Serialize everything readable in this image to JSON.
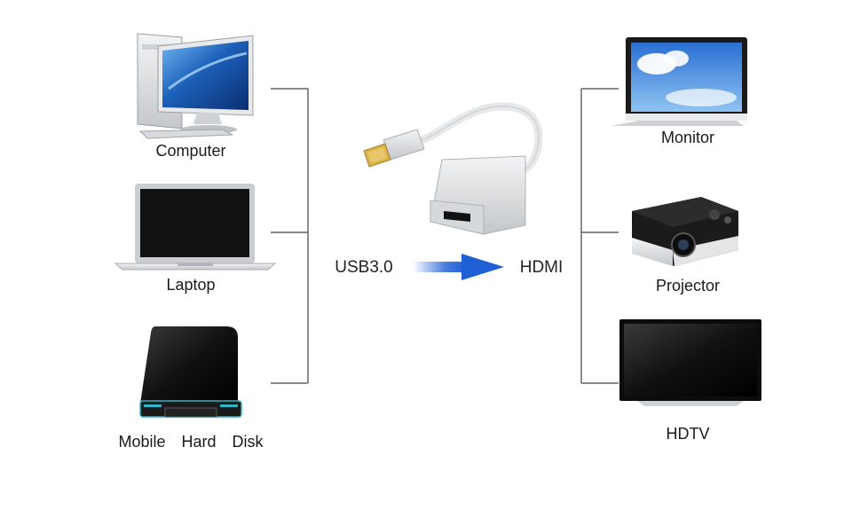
{
  "devices_left": {
    "computer": "Computer",
    "laptop": "Laptop",
    "disk": "Mobile  Hard  Disk"
  },
  "devices_right": {
    "monitor": "Monitor",
    "projector": "Projector",
    "hdtv": "HDTV"
  },
  "connection": {
    "input": "USB3.0",
    "output": "HDMI"
  },
  "colors": {
    "line": "#444444",
    "arrow": "#1f5fd6",
    "device_dark": "#111111",
    "device_silver": "#d7d9db",
    "screen_blue": "#1c5fb8"
  },
  "icons": [
    "computer-icon",
    "laptop-icon",
    "hard-disk-icon",
    "usb-hdmi-adapter-icon",
    "monitor-icon",
    "projector-icon",
    "hdtv-icon"
  ]
}
